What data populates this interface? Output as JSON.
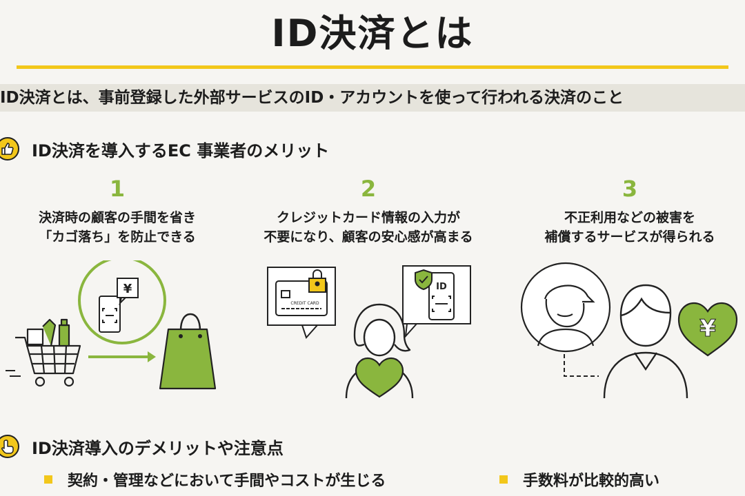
{
  "colors": {
    "accent_yellow": "#f2c71b",
    "accent_green": "#8ab63e",
    "band": "#e6e4dc"
  },
  "title": "ID決済とは",
  "lead": "ID決済とは、事前登録した外部サービスのID・アカウントを使って行われる決済のこと",
  "merits_section": {
    "icon": "thumbs-up-icon",
    "heading": "ID決済を導入するEC 事業者のメリット",
    "items": [
      {
        "num": "1",
        "line1": "決済時の顧客の手間を省き",
        "line2": "「カゴ落ち」を防止できる"
      },
      {
        "num": "2",
        "line1": "クレジットカード情報の入力が",
        "line2": "不要になり、顧客の安心感が高まる"
      },
      {
        "num": "3",
        "line1": "不正利用などの被害を",
        "line2": "補償するサービスが得られる"
      }
    ]
  },
  "illus_text": {
    "yen": "¥",
    "credit_card": "CREDIT CARD",
    "id": "ID"
  },
  "demerits_section": {
    "icon": "pointing-hand-icon",
    "heading": "ID決済導入のデメリットや注意点",
    "bullets": [
      "契約・管理などにおいて手間やコストが生じる",
      "手数料が比較的高い"
    ]
  }
}
